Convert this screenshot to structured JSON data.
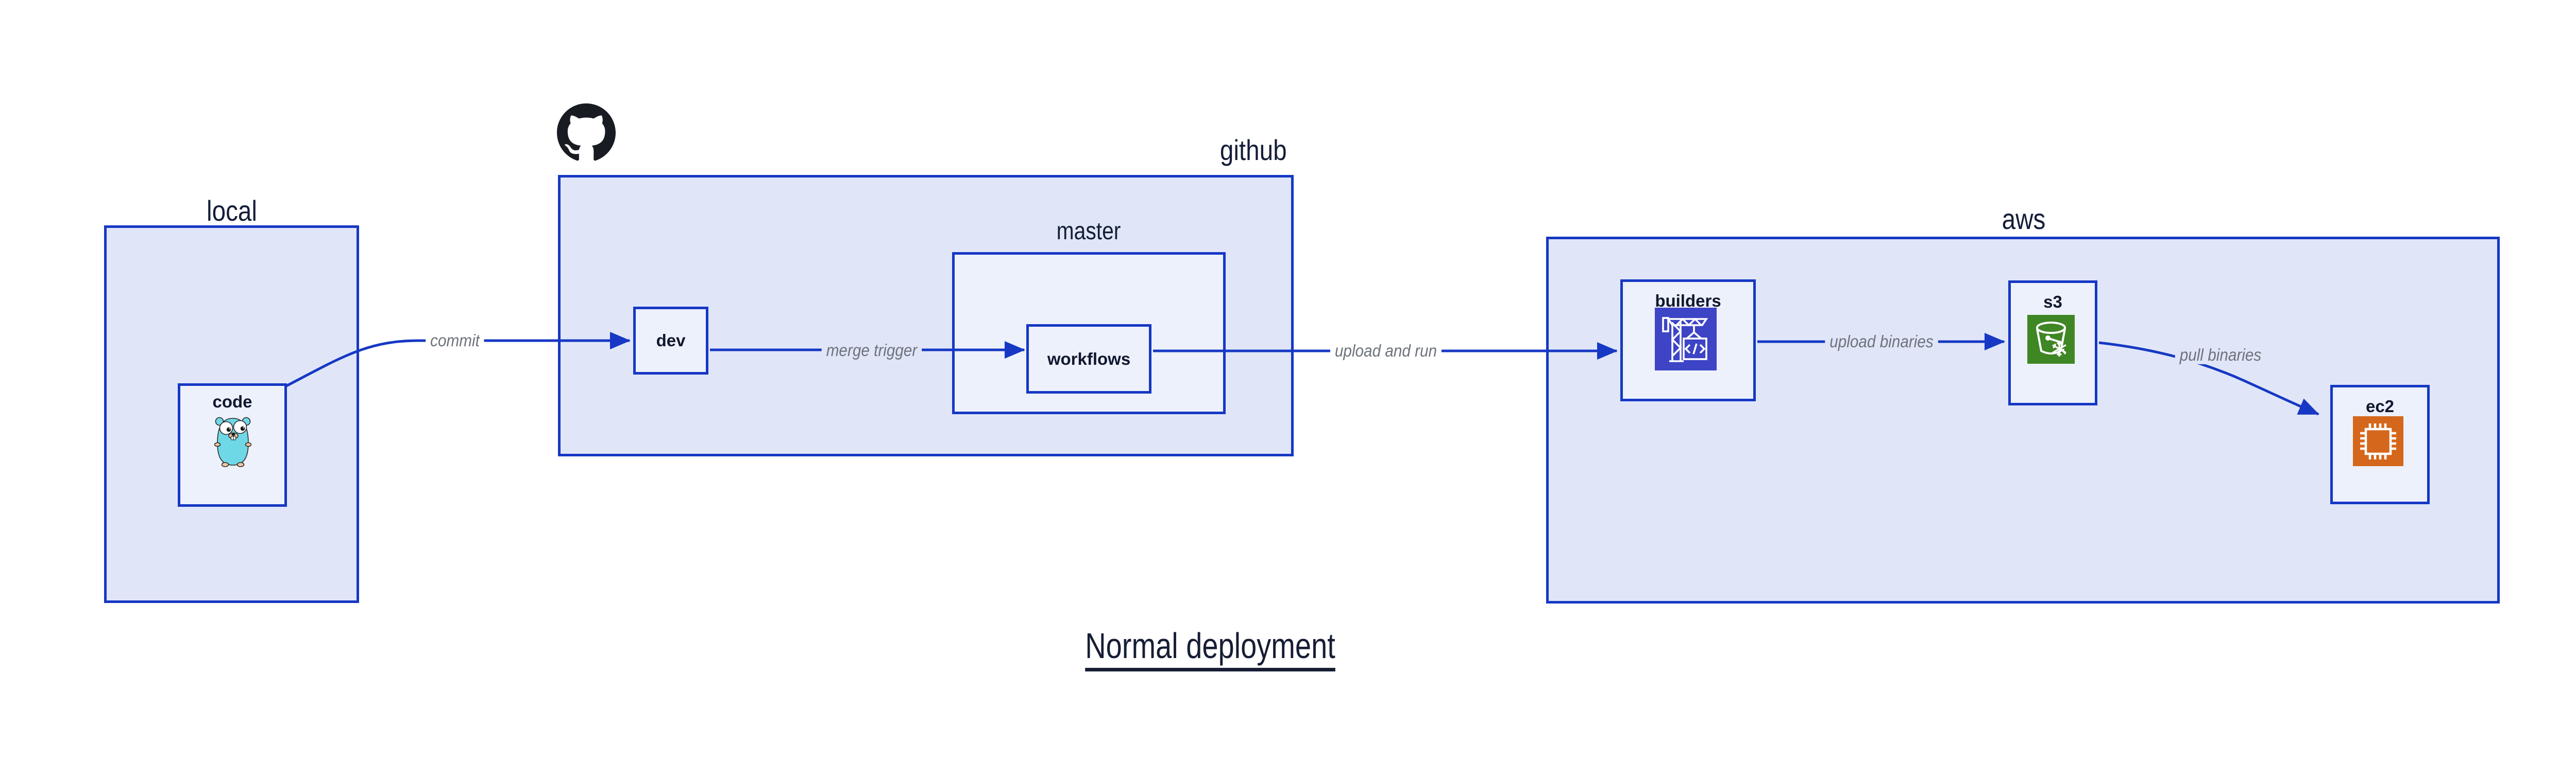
{
  "title": {
    "text": "Normal deployment"
  },
  "groups": {
    "local": {
      "label": "local"
    },
    "github": {
      "label": "github"
    },
    "master": {
      "label": "master"
    },
    "aws": {
      "label": "aws"
    }
  },
  "nodes": {
    "code": {
      "label": "code",
      "icon": "go-gopher-icon"
    },
    "dev": {
      "label": "dev"
    },
    "workflows": {
      "label": "workflows"
    },
    "builders": {
      "label": "builders",
      "icon": "codebuild-crane-icon"
    },
    "s3": {
      "label": "s3",
      "icon": "s3-glacier-bucket-icon"
    },
    "ec2": {
      "label": "ec2",
      "icon": "ec2-chip-icon"
    }
  },
  "edges": {
    "commit": {
      "label": "commit"
    },
    "merge_trigger": {
      "label": "merge trigger"
    },
    "upload_and_run": {
      "label": "upload and run"
    },
    "upload_binaries": {
      "label": "upload binaries"
    },
    "pull_binaries": {
      "label": "pull binaries"
    }
  },
  "logos": {
    "github": "github-octocat-logo"
  },
  "colors": {
    "border_and_arrow_blue": "#1638c4",
    "group_fill": "#e0e6f8",
    "node_fill": "#edf1fb",
    "dark_navy_text": "#141d38",
    "edge_label_gray": "#6d727c",
    "codebuild_purple": "#3d44c5",
    "glacier_green": "#3f8624",
    "ec2_orange": "#d4671c",
    "gopher_teal": "#6fd8e6",
    "github_logo_black": "#181c22"
  }
}
